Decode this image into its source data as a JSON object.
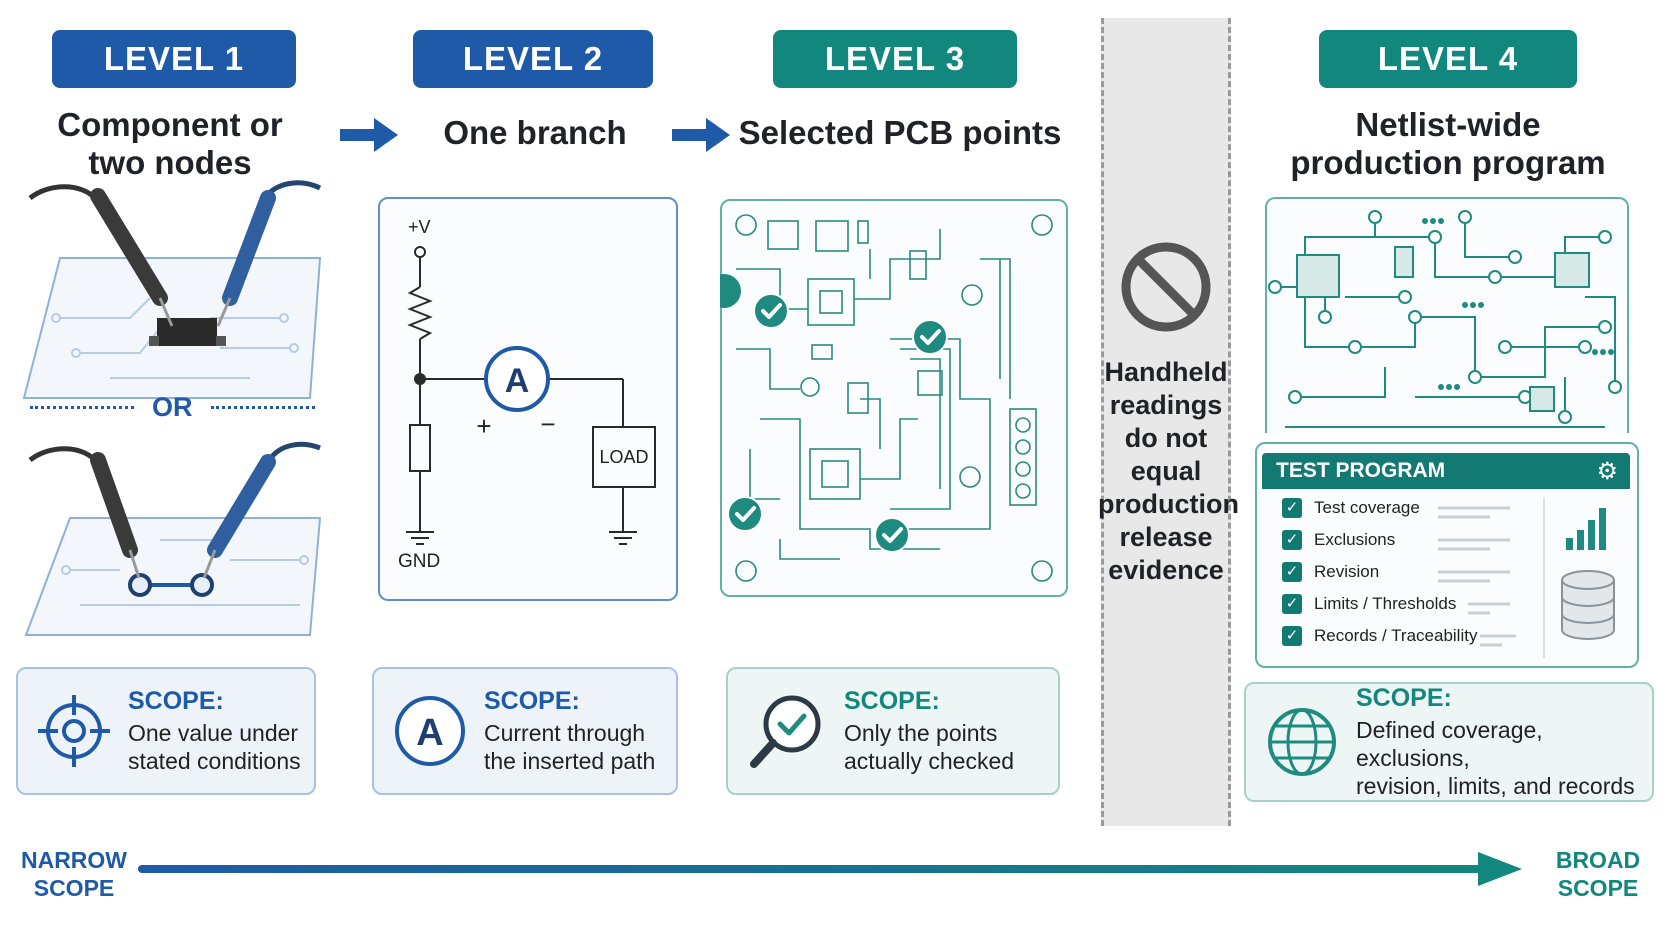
{
  "levels": [
    {
      "badge": "LEVEL 1",
      "title_line1": "Component or",
      "title_line2": "two nodes",
      "color": "#1e5aa8"
    },
    {
      "badge": "LEVEL 2",
      "title": "One branch",
      "color": "#1e5aa8"
    },
    {
      "badge": "LEVEL 3",
      "title": "Selected PCB points",
      "color": "#12877d"
    },
    {
      "badge": "LEVEL 4",
      "title_line1": "Netlist-wide",
      "title_line2": "production program",
      "color": "#12877d"
    }
  ],
  "or_label": "OR",
  "circuit": {
    "vplus": "+V",
    "gnd": "GND",
    "load": "LOAD",
    "meter": "A",
    "plus": "+",
    "minus": "−"
  },
  "scopes": [
    {
      "head": "SCOPE:",
      "line1": "One value under",
      "line2": "stated conditions"
    },
    {
      "head": "SCOPE:",
      "line1": "Current through",
      "line2": "the inserted path",
      "icon_letter": "A"
    },
    {
      "head": "SCOPE:",
      "line1": "Only the points",
      "line2": "actually checked"
    },
    {
      "head": "SCOPE:",
      "line1": "Defined coverage, exclusions,",
      "line2": "revision, limits, and records"
    }
  ],
  "warning": {
    "lines": [
      "Handheld",
      "readings",
      "do not",
      "equal",
      "production",
      "release",
      "evidence"
    ],
    "icon": "prohibited-icon"
  },
  "test_program": {
    "title": "TEST PROGRAM",
    "items": [
      "Test coverage",
      "Exclusions",
      "Revision",
      "Limits / Thresholds",
      "Records / Traceability"
    ]
  },
  "axis": {
    "left_line1": "NARROW",
    "left_line2": "SCOPE",
    "right_line1": "BROAD",
    "right_line2": "SCOPE"
  },
  "colors": {
    "blue": "#1e5aa8",
    "teal": "#12877d",
    "divider": "#e8e8e8"
  }
}
